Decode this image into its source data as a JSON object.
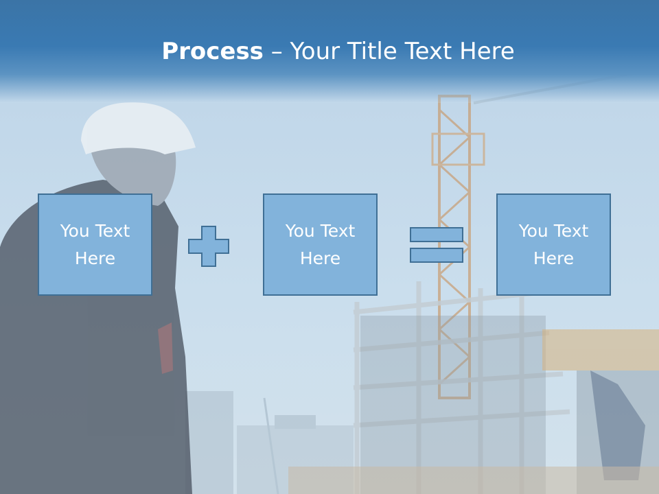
{
  "slide": {
    "title_bold": "Process",
    "title_rest": " – Your Title Text Here"
  },
  "boxes": [
    {
      "label": "You Text Here"
    },
    {
      "label": "You Text Here"
    },
    {
      "label": "You Text Here"
    }
  ],
  "operators": [
    "plus-icon",
    "equals-icon"
  ],
  "colors": {
    "title_band": "#3a7ab3",
    "box_fill": "#82b3db",
    "box_border": "#3f6f95",
    "text": "#ffffff"
  },
  "background": "construction-site-photo"
}
